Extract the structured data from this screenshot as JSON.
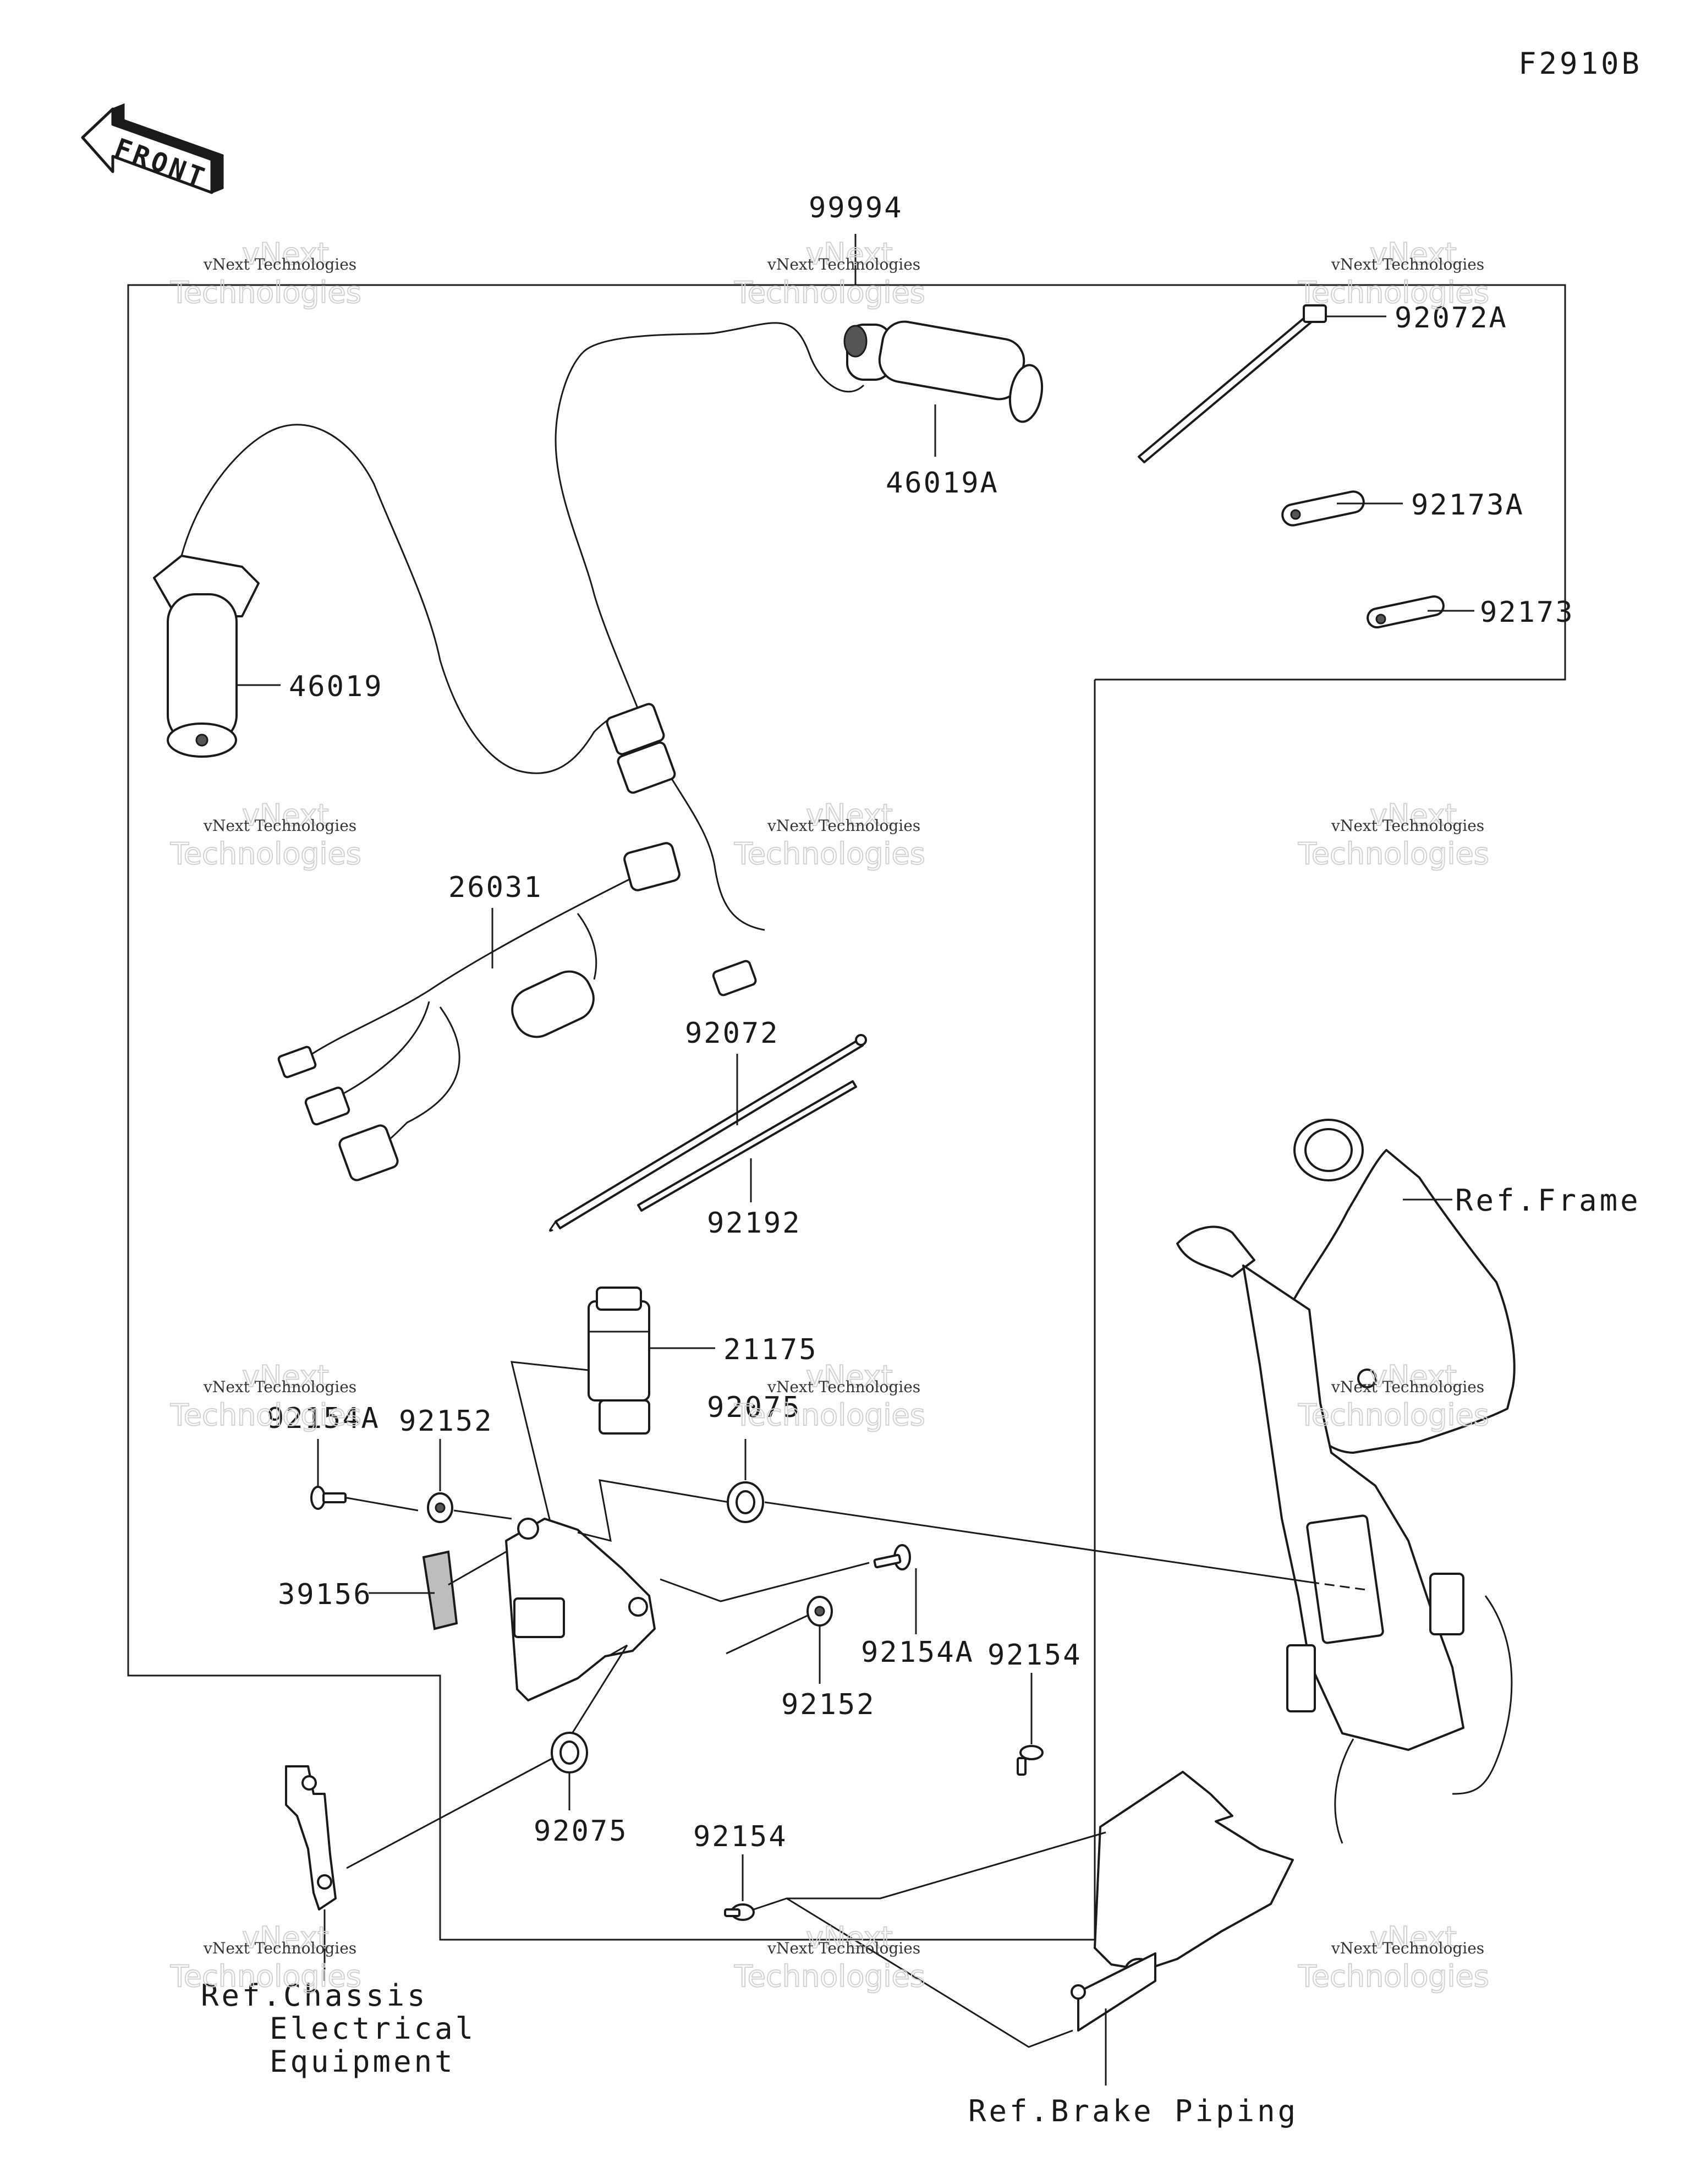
{
  "diagram_code": "F2910B",
  "front_arrow_label": "FRONT",
  "watermark": {
    "line1": "vNext Technologies",
    "line2": "Technologies",
    "line3": "vNext"
  },
  "parts": {
    "p99994": "99994",
    "p46019A": "46019A",
    "p46019": "46019",
    "p92072A": "92072A",
    "p92173A": "92173A",
    "p92173": "92173",
    "p26031": "26031",
    "p92072": "92072",
    "p92192": "92192",
    "p21175": "21175",
    "p92154A_left": "92154A",
    "p92152_top": "92152",
    "p92075_top": "92075",
    "p39156": "39156",
    "p92154A_right": "92154A",
    "p92152_bottom": "92152",
    "p92154_right": "92154",
    "p92075_bottom": "92075",
    "p92154_bottom": "92154"
  },
  "refs": {
    "frame": "Ref.Frame",
    "chassis_line1": "Ref.Chassis",
    "chassis_line2": "Electrical",
    "chassis_line3": "Equipment",
    "brake": "Ref.Brake Piping"
  }
}
